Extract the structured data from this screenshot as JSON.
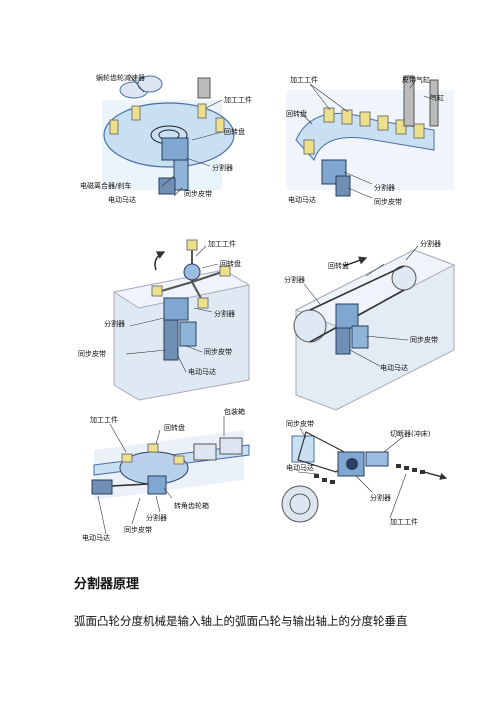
{
  "panels": [
    {
      "labels": [
        "蜗轮齿轮减速器",
        "加工工件",
        "回转盘",
        "分割器",
        "电磁离合器/刹车",
        "同步皮带",
        "电动马达"
      ]
    },
    {
      "labels": [
        "加工工件",
        "皮带气缸",
        "气缸",
        "回转盘",
        "分割器",
        "同步皮带",
        "电动马达"
      ]
    },
    {
      "labels": [
        "加工工件",
        "回转盘",
        "分割器",
        "分割器",
        "同步皮带",
        "同步皮带",
        "电动马达"
      ]
    },
    {
      "labels": [
        "分割器",
        "回转盘",
        "分割器",
        "同步皮带",
        "电动马达"
      ]
    },
    {
      "labels": [
        "加工工件",
        "回转盘",
        "包装箱",
        "转角齿轮箱",
        "分割器",
        "同步皮带",
        "电动马达"
      ]
    },
    {
      "labels": [
        "同步皮带",
        "切断器(冲床)",
        "电动马达",
        "分割器",
        "加工工件"
      ]
    }
  ],
  "heading": "分割器原理",
  "paragraph": "弧面凸轮分度机械是输入轴上的弧面凸轮与输出轴上的分度轮垂直"
}
